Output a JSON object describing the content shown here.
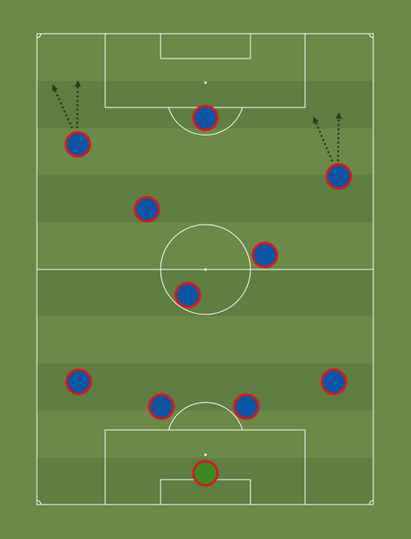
{
  "pitch": {
    "background_color": "#6a8a47",
    "stripe_color": "#5e7e42",
    "line_color": "#ffffff"
  },
  "players": {
    "outfield_fill": "#0b55a6",
    "goalkeeper_fill": "#3a8c1e",
    "ring_color": "#e0141c",
    "items": [
      {
        "role": "outfield"
      },
      {
        "role": "outfield"
      },
      {
        "role": "outfield"
      },
      {
        "role": "outfield"
      },
      {
        "role": "outfield"
      },
      {
        "role": "outfield"
      },
      {
        "role": "outfield"
      },
      {
        "role": "outfield"
      },
      {
        "role": "outfield"
      },
      {
        "role": "outfield"
      },
      {
        "role": "goalkeeper"
      }
    ]
  },
  "arrows": {
    "color": "#2e3a24",
    "style": "dotted",
    "count": 4
  }
}
